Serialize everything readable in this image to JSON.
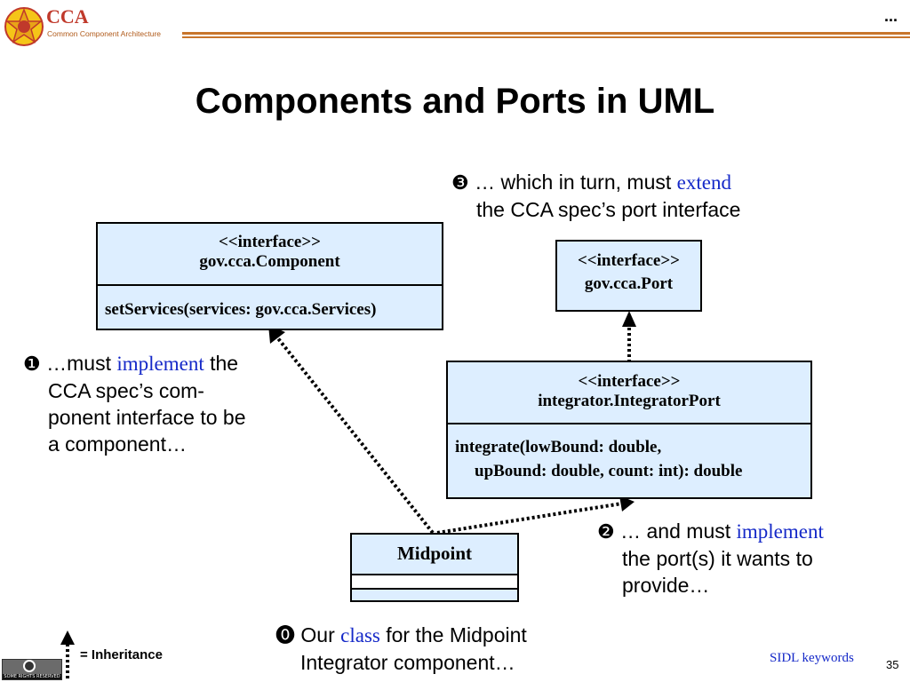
{
  "header": {
    "logo_title": "CCA",
    "logo_subtitle": "Common Component Architecture",
    "ellipsis": "..."
  },
  "title": "Components and Ports in UML",
  "boxes": {
    "component": {
      "stereotype": "<<interface>>",
      "name": "gov.cca.Component",
      "method": "setServices(services: gov.cca.Services)"
    },
    "port": {
      "stereotype": "<<interface>>",
      "name": "gov.cca.Port"
    },
    "integrator_port": {
      "stereotype": "<<interface>>",
      "name": "integrator.IntegratorPort",
      "method_line1": "integrate(lowBound: double,",
      "method_line2": "upBound: double, count: int): double"
    },
    "midpoint": {
      "name": "Midpoint"
    }
  },
  "notes": {
    "n0": {
      "bullet": "⓿",
      "pre": "Our",
      "keyword": "class",
      "post": "for the Midpoint",
      "line2": "Integrator component…"
    },
    "n1": {
      "bullet": "❶",
      "pre": "…must",
      "keyword": "implement",
      "post": "the",
      "line2": "CCA spec’s com-",
      "line3": "ponent interface to be",
      "line4": "a component…"
    },
    "n2": {
      "bullet": "❷",
      "pre": "… and must",
      "keyword": "implement",
      "line2": "the port(s) it wants to",
      "line3": "provide…"
    },
    "n3": {
      "bullet": "❸",
      "pre": "… which in turn, must",
      "keyword": "extend",
      "line2": "the CCA spec’s port interface"
    }
  },
  "legend": {
    "label": "= Inheritance"
  },
  "footer": {
    "link": "SIDL keywords",
    "page_number": "35",
    "license_badge": "SOME RIGHTS RESERVED"
  },
  "colors": {
    "box_fill": "#ddeeff",
    "keyword": "#1428c8",
    "brand": "#c0392b",
    "rule": "#c8752c"
  }
}
